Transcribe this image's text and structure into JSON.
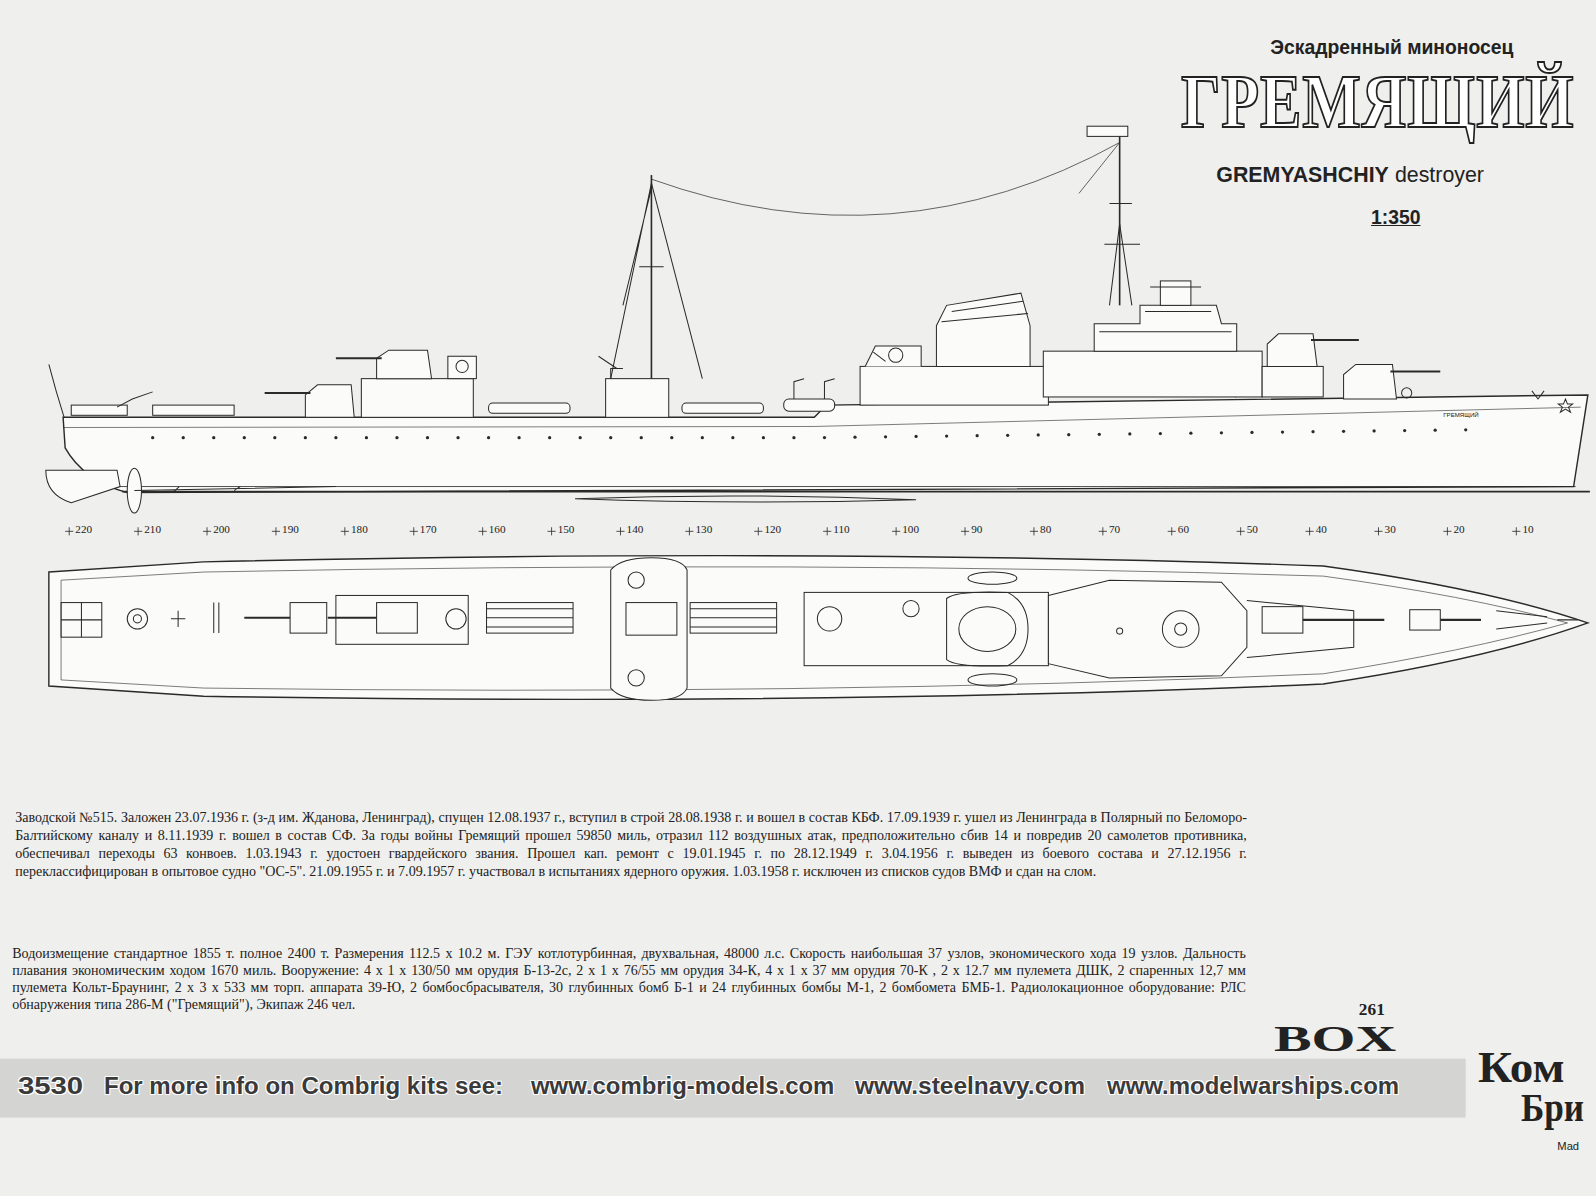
{
  "diagram": {
    "title": "ГРЕМЯЩИЙ",
    "labels": [
      "Эскадренный миноносец",
      "GREMYASHCHIY",
      "destroyer",
      "1:350",
      "ГРЕМЯЩИЙ",
      "220",
      "210",
      "200",
      "190",
      "180",
      "170",
      "160",
      "150",
      "140",
      "130",
      "120",
      "110",
      "100",
      "90",
      "80",
      "70",
      "60",
      "50",
      "40",
      "30",
      "20",
      "10",
      "Заводской №515. Заложен 23.07.1936 г. (з-д им. Жданова, Ленинград), спущен 12.08.1937 г., вступил в строй 28.08.1938 г. и вошел в состав КБФ. 17.09.1939 г. ушел из Ленинграда в Полярный по Беломоро-Балтийскому каналу и 8.11.1939 г. вошел в состав СФ. За годы войны Гремящий прошел 59850 миль, отразил 112 воздушных атак, предположительно сбив 14 и повредив 20 самолетов противника, обеспечивал переходы 63 конвоев. 1.03.1943 г. удостоен гвардейского звания. Прошел кап. ремонт с 19.01.1945 г. по 28.12.1949 г. 3.04.1956 г. выведен из боевого состава и 27.12.1956 г. переклассифицирован в опытовое судно \"ОС-5\". 21.09.1955 г. и 7.09.1957 г. участвовал в испытаниях ядерного оружия. 1.03.1958 г. исключен из списков судов ВМФ и сдан на слом.",
      "Водоизмещение стандартное 1855 т. полное 2400 т. Размерения 112.5 х 10.2 м. ГЭУ котлотурбинная, двухвальная, 48000 л.с. Скорость наибольшая 37 узлов, экономического хода 19 узлов. Дальность плавания экономическим ходом 1670 миль. Вооружение: 4 х 1 х 130/50 мм орудия Б-13-2с, 2 х 1 х 76/55 мм орудия 34-К, 4 х 1 х 37 мм орудия 70-К , 2 х 12.7 мм пулемета ДШК, 2 спаренных 12,7 мм пулемета Кольт-Браунинг, 2 х 3 х 533 мм торп. аппарата 39-Ю, 2 бомбосбрасывателя, 30 глубинных бомб Б-1 и 24 глубинных бомбы М-1, 2 бомбомета БМБ-1. Радиолокационное оборудование: РЛС обнаружения типа 286-М (\"Гремящий\"), Экипаж 246 чел.",
      "261",
      "BOX",
      "3530",
      "For more info on Combrig kits see:",
      "www.combrig-models.com",
      "www.steelnavy.com",
      "www.modelwarships.com",
      "Ком",
      "Бри",
      "Mad"
    ]
  }
}
